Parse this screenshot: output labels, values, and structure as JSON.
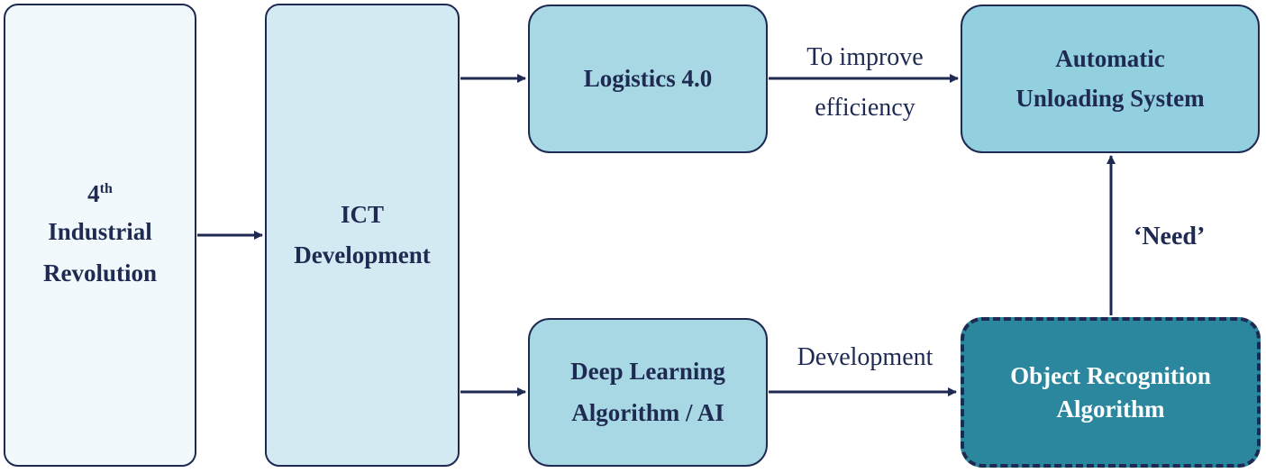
{
  "nodes": {
    "industrial_revolution": {
      "number": "4",
      "superscript": "th",
      "line2": "Industrial",
      "line3": "Revolution"
    },
    "ict_development": {
      "line1": "ICT",
      "line2": "Development"
    },
    "logistics": {
      "label": "Logistics 4.0"
    },
    "deep_learning": {
      "line1": "Deep Learning",
      "line2": "Algorithm / AI"
    },
    "automatic_unloading": {
      "line1": "Automatic",
      "line2": "Unloading System"
    },
    "object_recognition": {
      "line1": "Object Recognition",
      "line2": "Algorithm"
    }
  },
  "edges": {
    "improve_line1": "To improve",
    "improve_line2": "efficiency",
    "development": "Development",
    "need": "‘Need’"
  },
  "colors": {
    "ink": "#1e2a52",
    "box_lightest": "#f2f9fc",
    "box_light": "#d4eaf2",
    "box_mid": "#a8d8e4",
    "box_target": "#93d0df",
    "box_dark": "#2b879e"
  }
}
